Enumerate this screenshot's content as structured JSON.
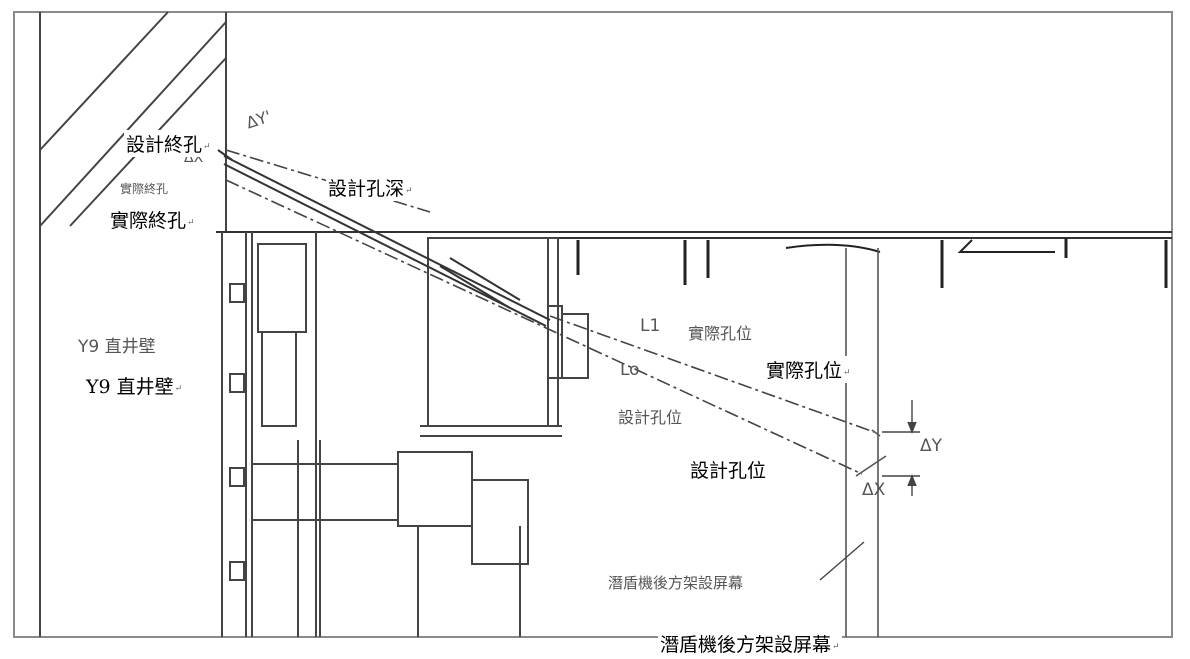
{
  "labels": {
    "design_end_hole": "設計終孔",
    "actual_end_hole": "實際終孔",
    "actual_end_hole_cad": "實際終孔",
    "design_hole_depth": "設計孔深",
    "shaft_wall_cad": "Y9 直井壁",
    "shaft_wall": "Y9 直井壁",
    "actual_hole_position_cad": "實際孔位",
    "actual_hole_position": "實際孔位",
    "design_hole_position_cad": "設計孔位",
    "design_hole_position": "設計孔位",
    "l1": "L1",
    "l0": "Lo",
    "delta_y": "ΔY",
    "delta_x": "ΔX",
    "delta_y_prime": "ΔY'",
    "delta_x_top": "ΔX",
    "tbm_screen_cad": "潛盾機後方架設屏幕",
    "tbm_screen": "潛盾機後方架設屏幕"
  },
  "colors": {
    "line": "#333333",
    "light_line": "#777777",
    "frame": "#8a8a8a",
    "text_cad": "#555555",
    "text": "#000000"
  }
}
